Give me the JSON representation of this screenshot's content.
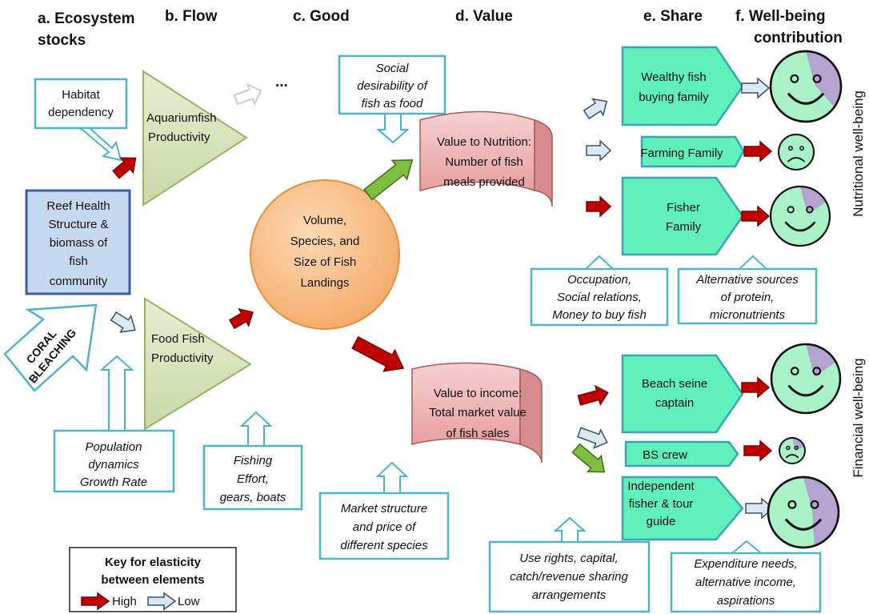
{
  "headers": {
    "stocks": [
      "a. Ecosystem",
      "stocks"
    ],
    "flow": "b. Flow",
    "good": "c. Good",
    "value": "d. Value",
    "share": "e. Share",
    "wellbeing": [
      "f. Well-being",
      "contribution"
    ]
  },
  "stocks": {
    "reef_health": [
      "Reef Health",
      "Structure &",
      "biomass of",
      "fish",
      "community"
    ],
    "coral_bleaching": [
      "CORAL",
      "BLEACHING"
    ]
  },
  "flows": {
    "aquarium": [
      "Aquariumfish",
      "Productivity"
    ],
    "food_fish": [
      "Food Fish",
      "Productivity"
    ],
    "ellipsis": "..."
  },
  "good": {
    "landings": [
      "Volume,",
      "Species, and",
      "Size of Fish",
      "Landings"
    ]
  },
  "values": {
    "nutrition": [
      "Value to Nutrition:",
      "Number of fish",
      "meals provided"
    ],
    "income": [
      "Value to income:",
      "Total market value",
      "of fish sales"
    ]
  },
  "shares": {
    "wealthy": [
      "Wealthy fish",
      "buying family"
    ],
    "farming": [
      "Farming Family"
    ],
    "fisher": [
      "Fisher",
      "Family"
    ],
    "beach_seine": [
      "Beach seine",
      "captain"
    ],
    "bs_crew": [
      "BS crew"
    ],
    "independent": [
      "Independent",
      "fisher & tour",
      "guide"
    ]
  },
  "context_boxes": {
    "habitat": [
      "Habitat",
      "dependency"
    ],
    "social_desirability": [
      "Social",
      "desirability of",
      "fish as food"
    ],
    "population": [
      "Population",
      "dynamics",
      "Growth Rate"
    ],
    "fishing_effort": [
      "Fishing",
      "Effort,",
      "gears, boats"
    ],
    "occupation": [
      "Occupation,",
      "Social relations,",
      "Money to buy fish"
    ],
    "alternative_sources": [
      "Alternative sources",
      "of protein,",
      "micronutrients"
    ],
    "market_structure": [
      "Market structure",
      "and price of",
      "different species"
    ],
    "use_rights": [
      "Use rights, capital,",
      "catch/revenue sharing",
      "arrangements"
    ],
    "expenditure": [
      "Expenditure needs,",
      "alternative income,",
      "aspirations"
    ]
  },
  "side_labels": {
    "nutritional": "Nutritional well-being",
    "financial": "Financial well-being"
  },
  "key": {
    "title": [
      "Key for elasticity",
      "between elements"
    ],
    "high": "High",
    "low": "Low"
  },
  "wellbeing_faces": [
    {
      "id": "wealthy",
      "mood": "happy",
      "shaded_fraction": 0.35
    },
    {
      "id": "farming",
      "mood": "sad",
      "shaded_fraction": 0.0
    },
    {
      "id": "fisher",
      "mood": "happy",
      "shaded_fraction": 0.17
    },
    {
      "id": "beach_seine",
      "mood": "happy",
      "shaded_fraction": 0.17
    },
    {
      "id": "bs_crew",
      "mood": "sad",
      "shaded_fraction": 0.2
    },
    {
      "id": "independent",
      "mood": "happy",
      "shaded_fraction": 0.45
    }
  ],
  "colors": {
    "high_arrow": "#c00000",
    "low_arrow": "#dbe8f3",
    "green_arrow": "#7fbf3f",
    "flow_triangle": "#d7e4bd",
    "good_circle": "#f9c089",
    "value_banner": "#f2b8b8",
    "share_box": "#5ff0bb",
    "stock_box": "#c5d9f1",
    "face_fill": "#a9f1c7",
    "face_shade": "#b5a3d0",
    "context_border": "#4fb3c8"
  }
}
